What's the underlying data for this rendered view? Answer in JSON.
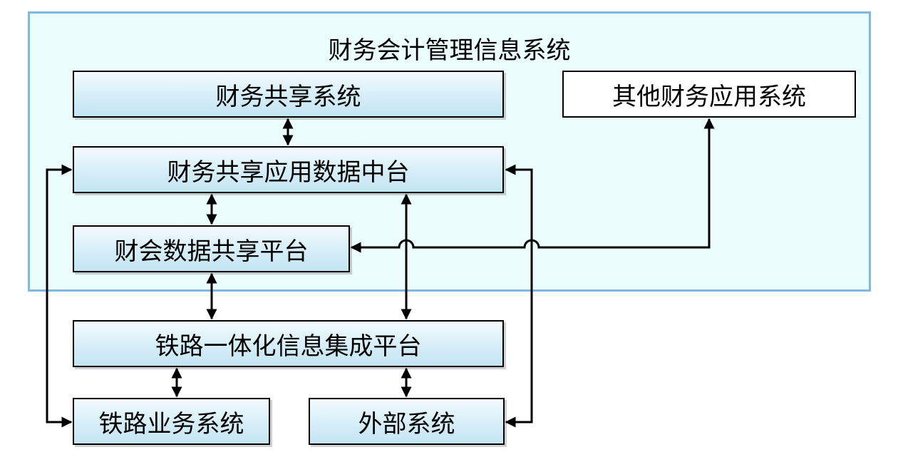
{
  "diagram": {
    "container_title": "财务会计管理信息系统",
    "boxes": {
      "shared_system": "财务共享系统",
      "other_apps": "其他财务应用系统",
      "data_middle_platform": "财务共享应用数据中台",
      "data_sharing_platform": "财会数据共享平台",
      "integration_platform": "铁路一体化信息集成平台",
      "railway_business": "铁路业务系统",
      "external_systems": "外部系统"
    }
  }
}
